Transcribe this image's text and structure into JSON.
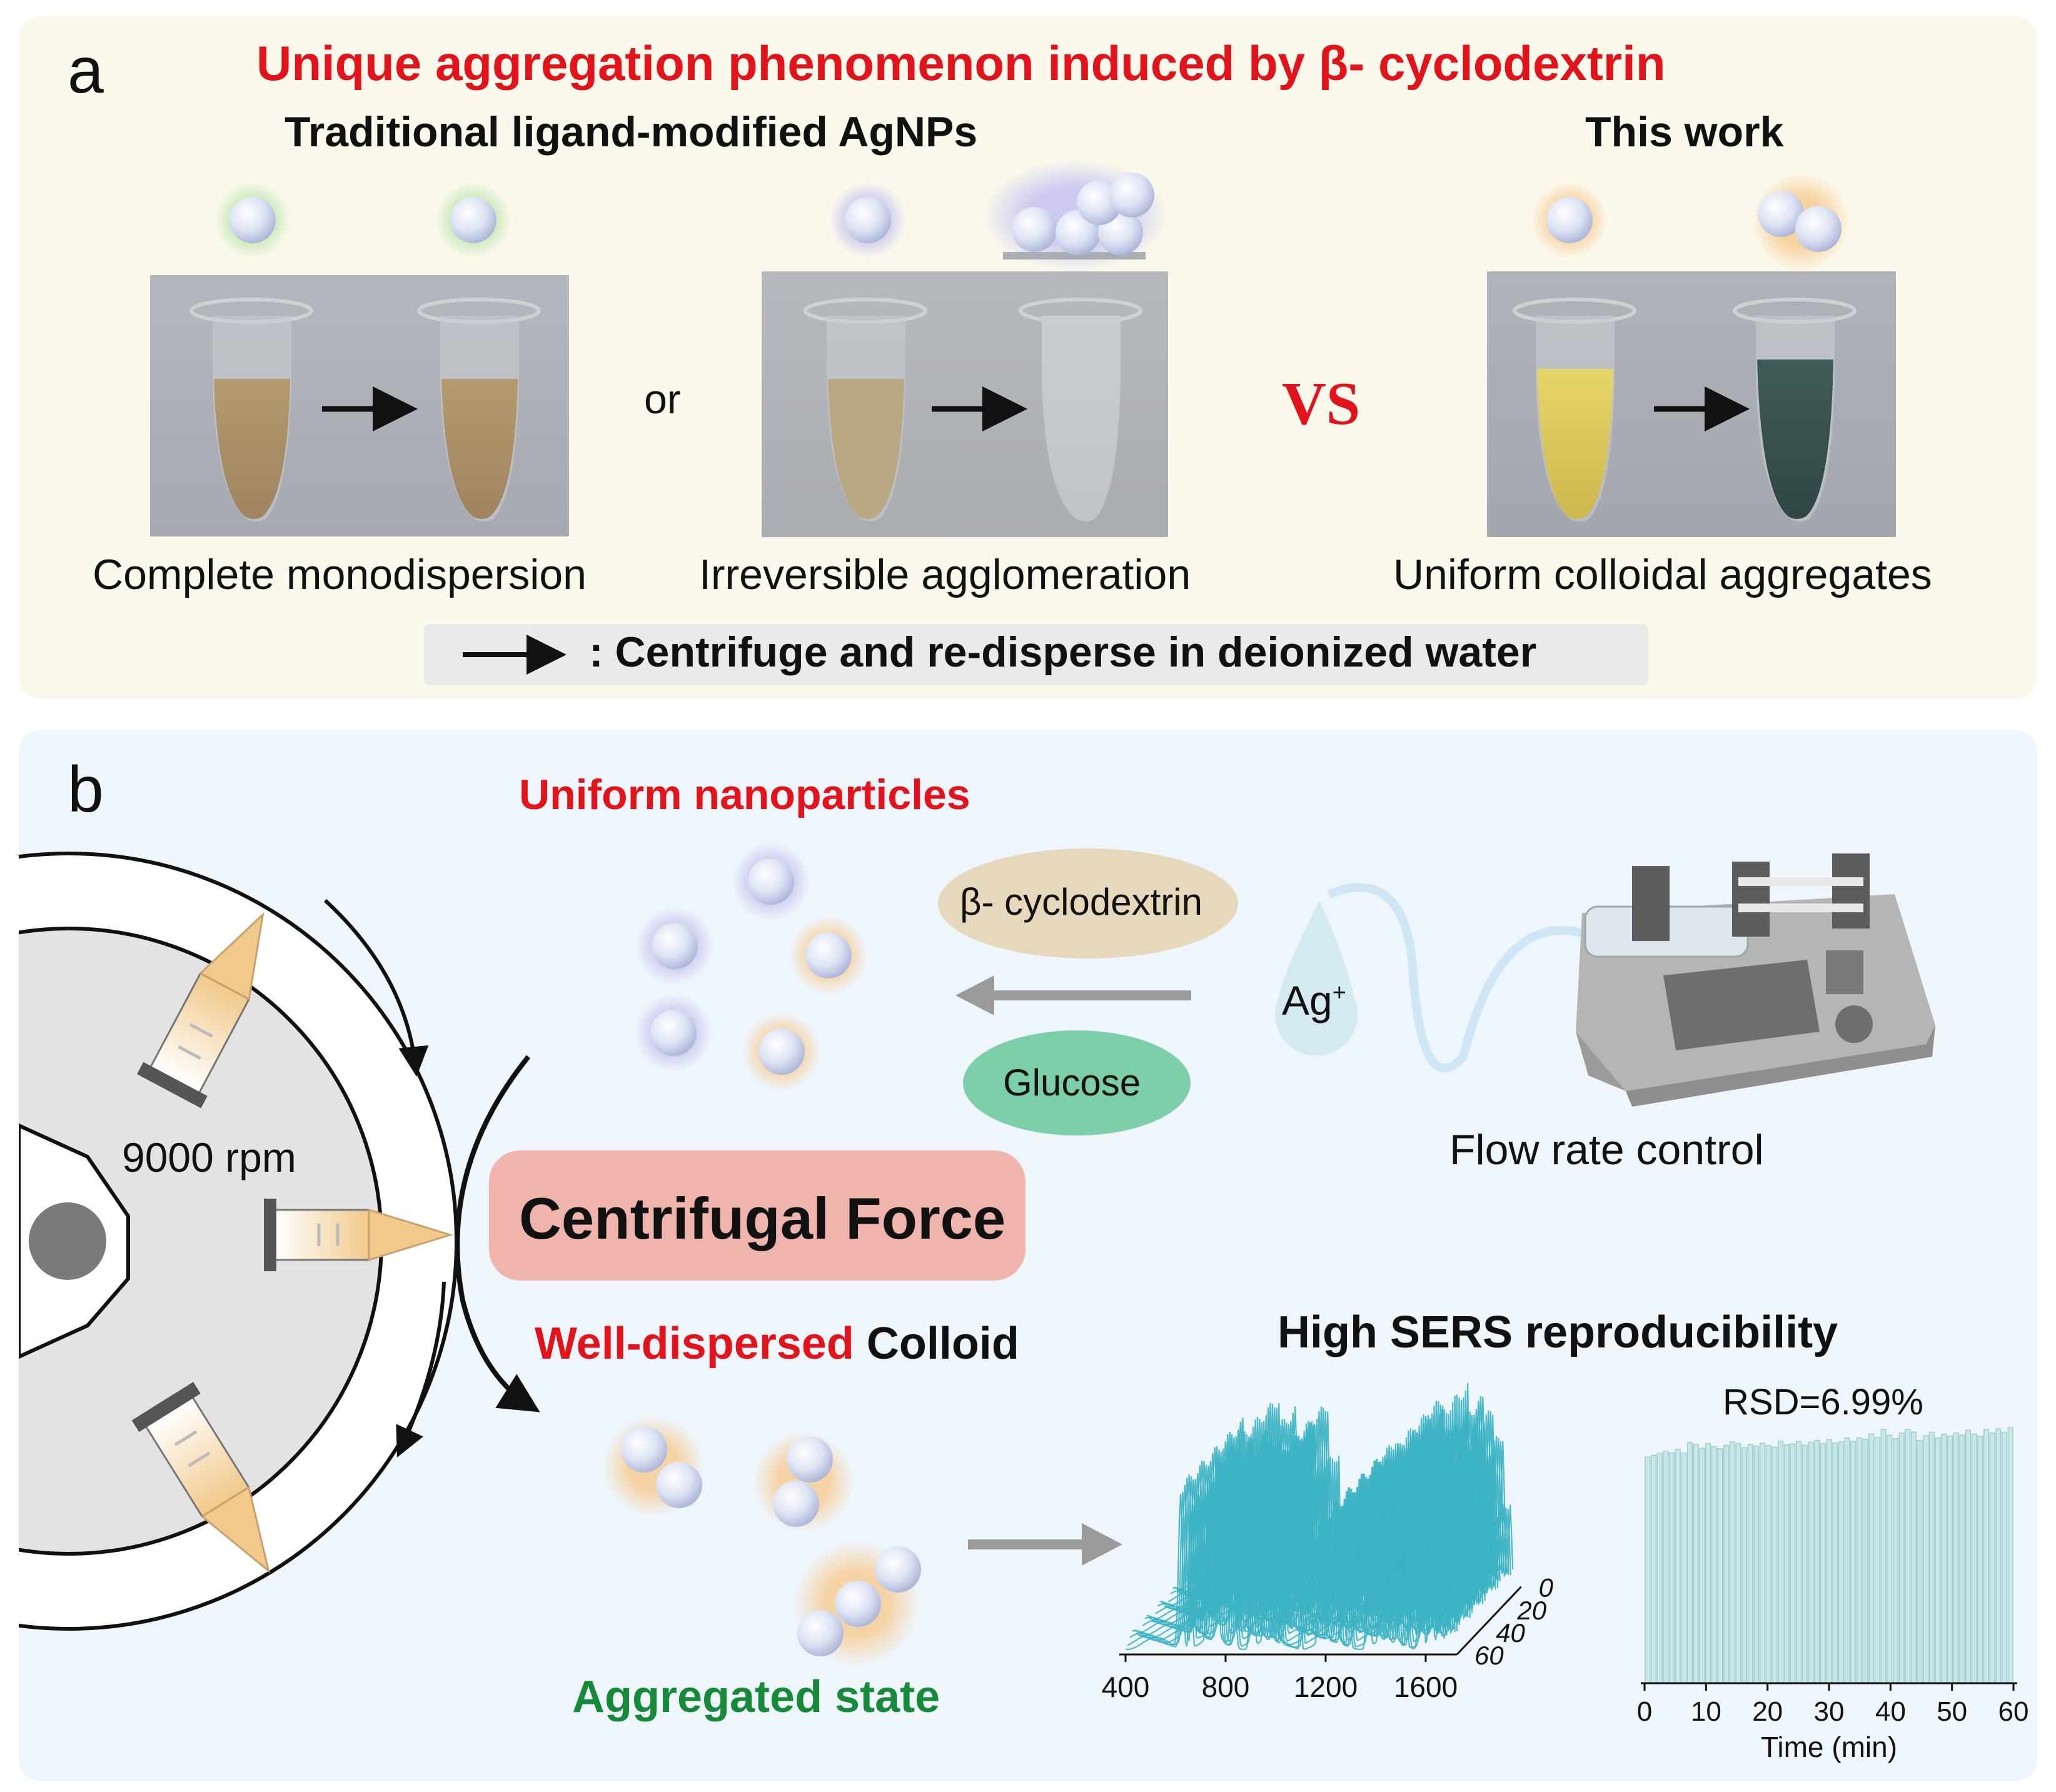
{
  "panel_a": {
    "letter": "a",
    "title": "Unique aggregation phenomenon induced by β- cyclodextrin",
    "traditional_heading": "Traditional ligand-modified AgNPs",
    "this_work_heading": "This work",
    "or_label": "or",
    "vs_label": "VS",
    "captions": [
      "Complete monodispersion",
      "Irreversible agglomeration",
      "Uniform colloidal aggregates"
    ],
    "legend_text": ": Centrifuge and re-disperse in deionized water"
  },
  "panel_b": {
    "letter": "b",
    "uniform_label": "Uniform nanoparticles",
    "cyclodextrin_label": "β- cyclodextrin",
    "glucose_label": "Glucose",
    "ag_label": "Ag",
    "ag_charge": "+",
    "flow_label": "Flow rate control",
    "rpm_label": "9000 rpm",
    "centrifugal_label": "Centrifugal Force",
    "well_dispersed_red": "Well-dispersed",
    "well_dispersed_black": "Colloid",
    "aggregated_label": "Aggregated state",
    "sers_heading": "High SERS reproducibility"
  },
  "colors": {
    "title_red": "#e3131b",
    "accent_green": "#178a3a",
    "spectrum_teal": "#3bb3c3",
    "bar_fill": "#c9e7e6",
    "centrifugal_fill": "#efb5ad",
    "cyclodextrin_fill": "#e6d8bd",
    "glucose_fill": "#7ccfa9"
  },
  "chart_data": [
    {
      "type": "line",
      "x_ticks": [
        "400",
        "800",
        "1200",
        "1600"
      ],
      "depth_ticks": [
        "0",
        "20",
        "40",
        "60"
      ],
      "x_range": [
        400,
        1700
      ],
      "depth_range": [
        0,
        60
      ]
    },
    {
      "type": "bar",
      "annotation": "RSD=6.99%",
      "xlabel": "Time (min)",
      "x_ticks": [
        "0",
        "10",
        "20",
        "30",
        "40",
        "50",
        "60"
      ],
      "xlim": [
        0,
        60
      ],
      "values": [
        0.857,
        0.864,
        0.871,
        0.88,
        0.873,
        0.886,
        0.872,
        0.912,
        0.905,
        0.89,
        0.908,
        0.897,
        0.889,
        0.902,
        0.915,
        0.908,
        0.893,
        0.905,
        0.899,
        0.91,
        0.901,
        0.895,
        0.918,
        0.904,
        0.907,
        0.916,
        0.902,
        0.913,
        0.92,
        0.908,
        0.924,
        0.91,
        0.915,
        0.929,
        0.917,
        0.93,
        0.925,
        0.945,
        0.932,
        0.962,
        0.94,
        0.927,
        0.948,
        0.962,
        0.952,
        0.92,
        0.938,
        0.951,
        0.93,
        0.944,
        0.937,
        0.948,
        0.94,
        0.959,
        0.944,
        0.936,
        0.962,
        0.948,
        0.964,
        0.951,
        0.969
      ]
    }
  ]
}
